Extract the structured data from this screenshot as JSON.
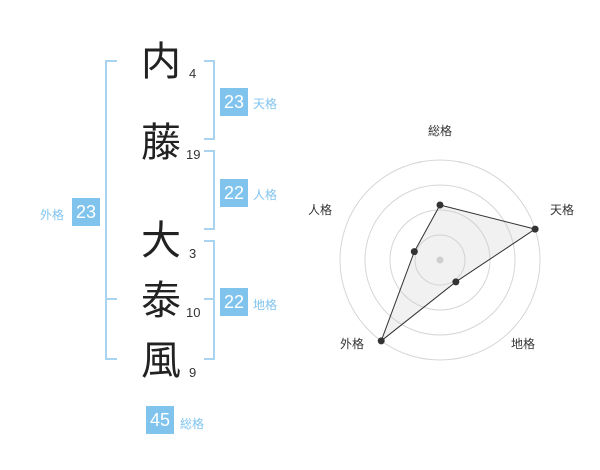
{
  "name": {
    "characters": [
      {
        "char": "内",
        "strokes": "4"
      },
      {
        "char": "藤",
        "strokes": "19"
      },
      {
        "char": "大",
        "strokes": "3"
      },
      {
        "char": "泰",
        "strokes": "10"
      },
      {
        "char": "風",
        "strokes": "9"
      }
    ]
  },
  "fortune": {
    "tenkaku": {
      "value": "23",
      "label": "天格"
    },
    "jinkaku": {
      "value": "22",
      "label": "人格"
    },
    "chikaku": {
      "value": "22",
      "label": "地格"
    },
    "gaikaku": {
      "value": "23",
      "label": "外格"
    },
    "soukaku": {
      "value": "45",
      "label": "総格"
    }
  },
  "colors": {
    "accent": "#80c4ee",
    "bracket": "#a9d4f0",
    "text": "#222222"
  },
  "chart_data": {
    "type": "radar",
    "axes": [
      "総格",
      "天格",
      "地格",
      "外格",
      "人格"
    ],
    "values": [
      0.55,
      1.0,
      0.27,
      1.0,
      0.27
    ],
    "rings": 4
  }
}
